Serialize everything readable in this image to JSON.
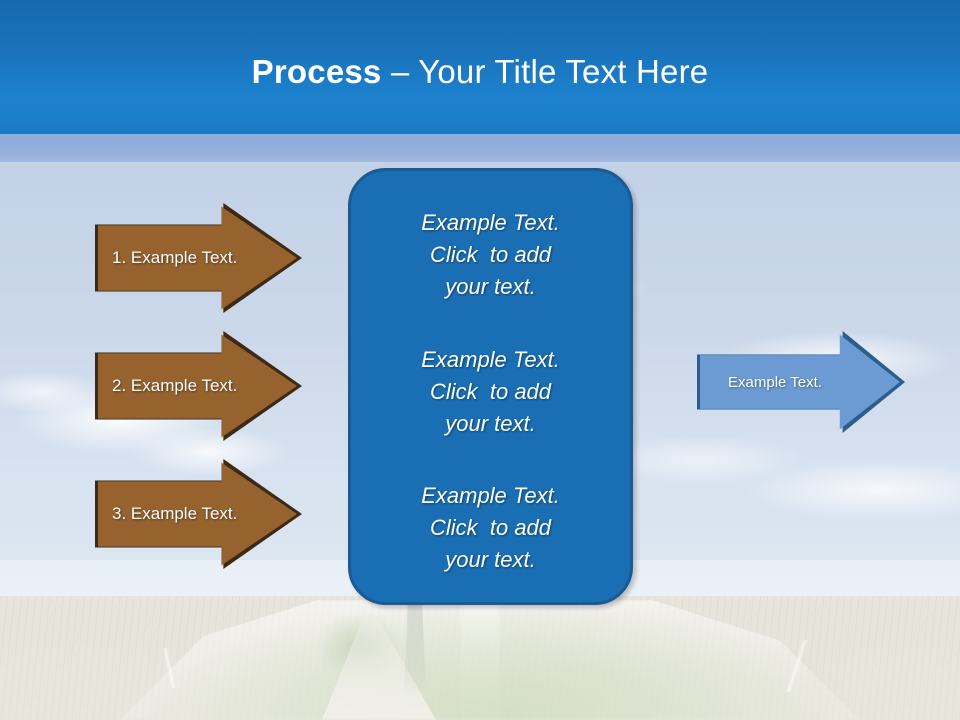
{
  "slide": {
    "title_strong": "Process",
    "title_light": " – Your Title Text Here"
  },
  "colors": {
    "header_blue": "#1a74bd",
    "header_stripe": "#8fabd9",
    "sky": "#c6d3e8",
    "step_arrow_fill": "#96632f",
    "step_arrow_border": "#3c2a15",
    "panel_fill": "#1a6fb4",
    "panel_border": "#1b5a92",
    "out_arrow_fill": "#6b9bd2",
    "out_arrow_border": "#2d5d8d",
    "text_white": "#ffffff"
  },
  "steps": [
    {
      "label": "1. Example Text."
    },
    {
      "label": "2. Example Text."
    },
    {
      "label": "3. Example Text."
    }
  ],
  "panel": {
    "blocks": [
      {
        "line1": "Example Text.",
        "line2": "Click  to add",
        "line3": "your text."
      },
      {
        "line1": "Example Text.",
        "line2": "Click  to add",
        "line3": "your text."
      },
      {
        "line1": "Example Text.",
        "line2": "Click  to add",
        "line3": "your text."
      }
    ]
  },
  "outcome": {
    "label": "Example Text."
  }
}
